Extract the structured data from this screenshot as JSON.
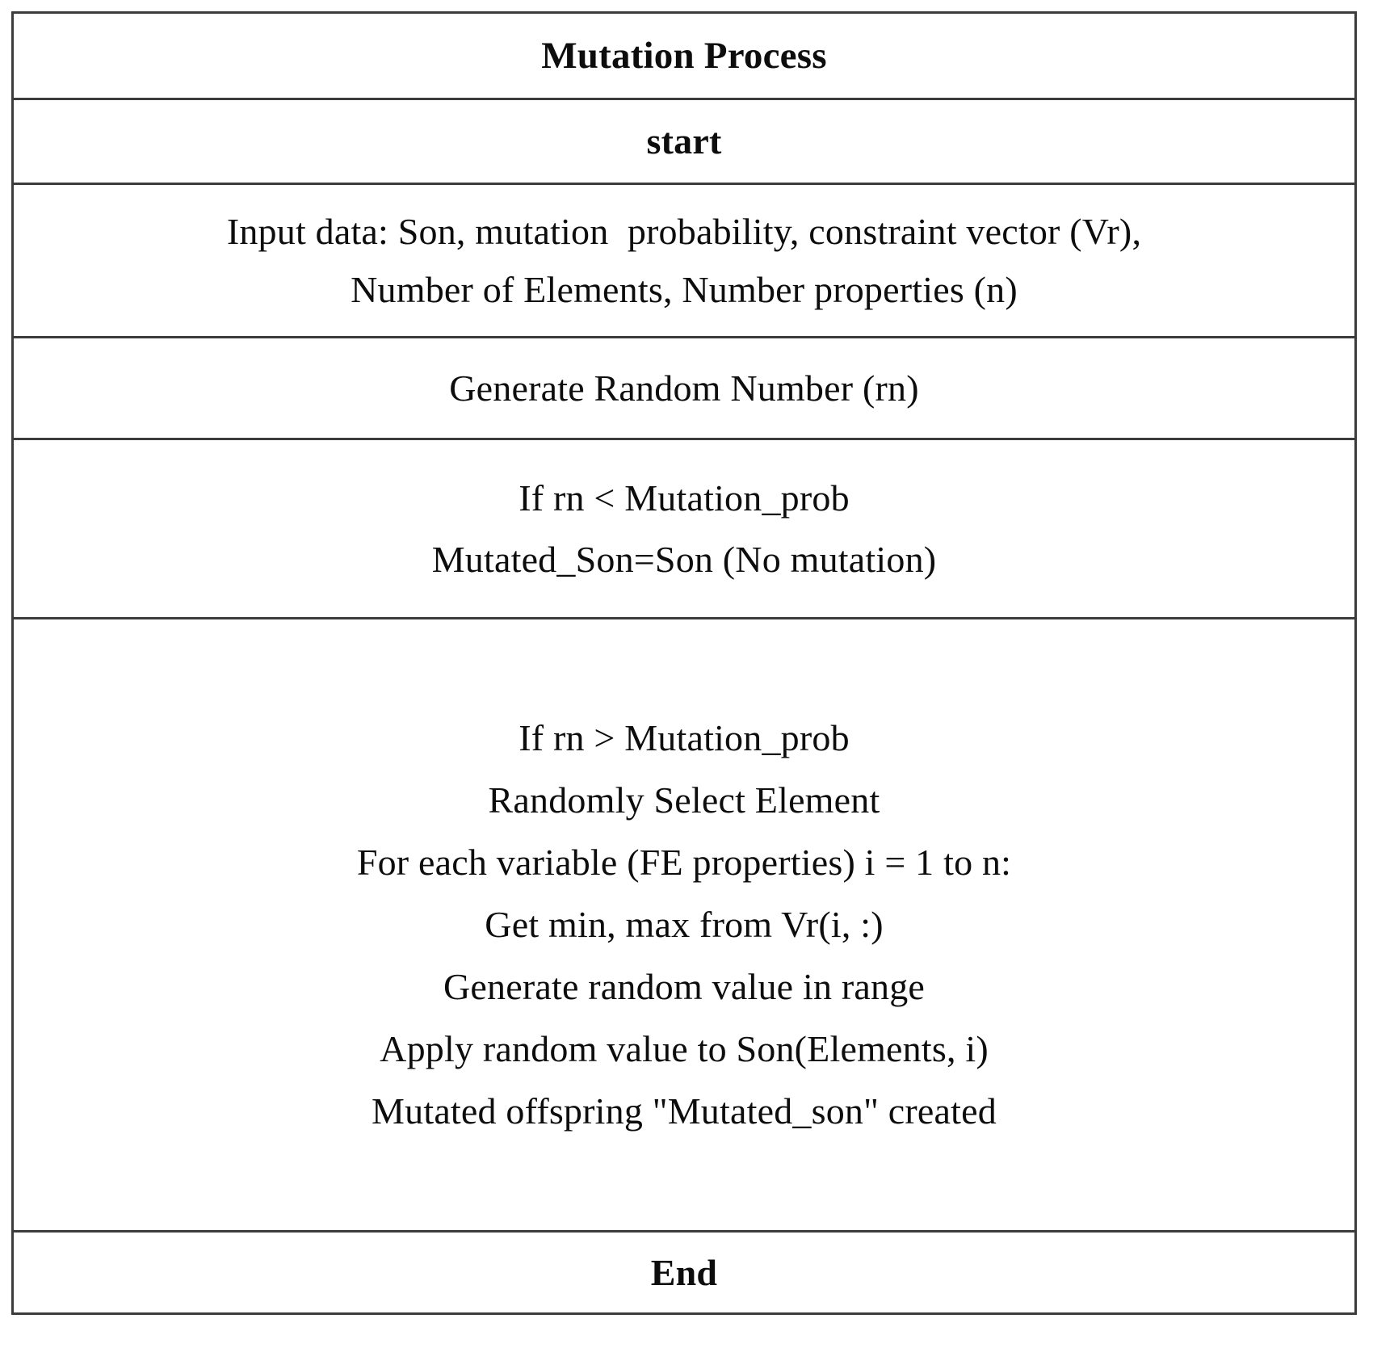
{
  "document": {
    "kind": "algorithm-pseudocode-table",
    "background_color": "#ffffff",
    "border_color": "#3c3c3c",
    "text_color": "#0d0d0d"
  },
  "table": {
    "title": "Mutation Process",
    "rows": [
      {
        "id": "title",
        "name": "table-title-row",
        "bold": true,
        "lines": [
          "Mutation Process"
        ]
      },
      {
        "id": "start",
        "name": "start-row",
        "bold": true,
        "lines": [
          "start"
        ]
      },
      {
        "id": "input",
        "name": "input-data-row",
        "bold": false,
        "lines": [
          "Input data: Son, mutation  probability, constraint vector (Vr),",
          "Number of Elements, Number properties (n)"
        ]
      },
      {
        "id": "generate",
        "name": "generate-random-number-row",
        "bold": false,
        "lines": [
          "Generate Random Number (rn)"
        ]
      },
      {
        "id": "if-less",
        "name": "if-rn-less-than-mutation-prob-row",
        "bold": false,
        "lines": [
          "If rn < Mutation_prob",
          "Mutated_Son=Son (No mutation)"
        ]
      },
      {
        "id": "if-greater",
        "name": "if-rn-greater-than-mutation-prob-row",
        "bold": false,
        "lines": [
          "If rn > Mutation_prob",
          "Randomly Select Element",
          "For each variable (FE properties) i = 1 to n:",
          "Get min, max from Vr(i, :)",
          "Generate random value in range",
          "Apply random value to Son(Elements, i)",
          "Mutated offspring \"Mutated_son\" created"
        ]
      },
      {
        "id": "end",
        "name": "end-row",
        "bold": true,
        "lines": [
          "End"
        ]
      }
    ]
  }
}
